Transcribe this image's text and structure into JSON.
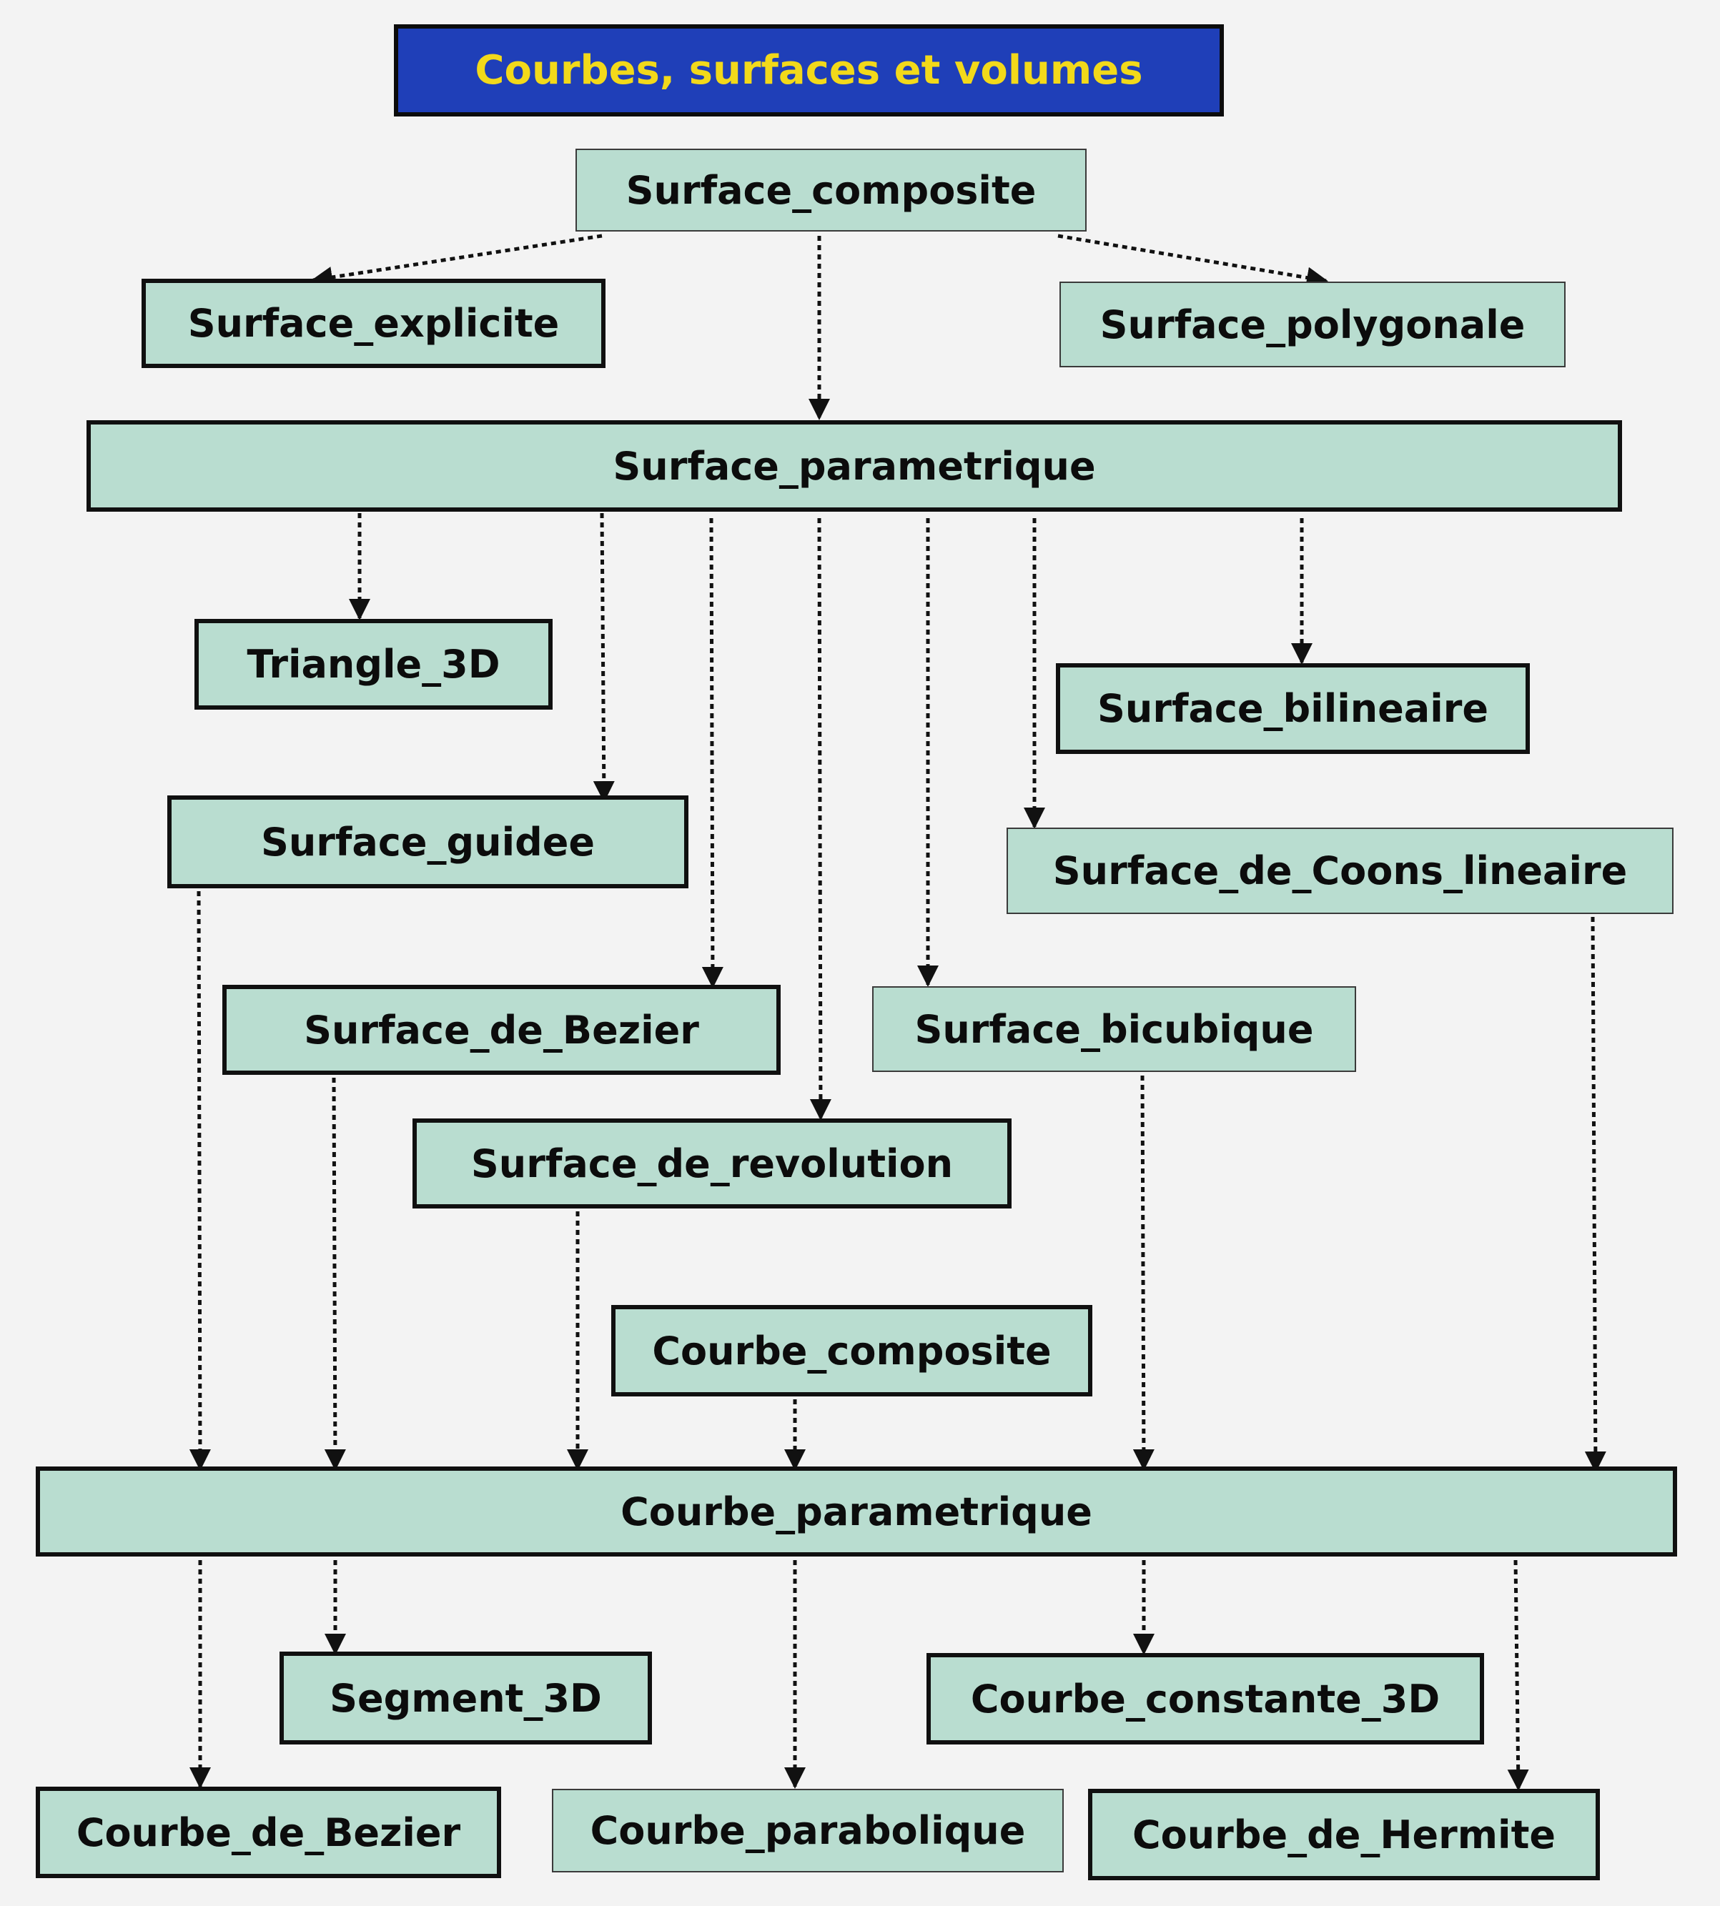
{
  "title": "Courbes, surfaces et volumes",
  "nodes": {
    "surface_composite": "Surface_composite",
    "surface_explicite": "Surface_explicite",
    "surface_polygonale": "Surface_polygonale",
    "surface_parametrique": "Surface_parametrique",
    "triangle_3d": "Triangle_3D",
    "surface_bilineaire": "Surface_bilineaire",
    "surface_guidee": "Surface_guidee",
    "surface_de_coons_lineaire": "Surface_de_Coons_lineaire",
    "surface_de_bezier": "Surface_de_Bezier",
    "surface_bicubique": "Surface_bicubique",
    "surface_de_revolution": "Surface_de_revolution",
    "courbe_composite": "Courbe_composite",
    "courbe_parametrique": "Courbe_parametrique",
    "segment_3d": "Segment_3D",
    "courbe_constante_3d": "Courbe_constante_3D",
    "courbe_de_bezier": "Courbe_de_Bezier",
    "courbe_parabolique": "Courbe_parabolique",
    "courbe_de_hermite": "Courbe_de_Hermite"
  },
  "edges": [
    {
      "from": "surface_composite",
      "to": "surface_explicite"
    },
    {
      "from": "surface_composite",
      "to": "surface_polygonale"
    },
    {
      "from": "surface_composite",
      "to": "surface_parametrique"
    },
    {
      "from": "surface_parametrique",
      "to": "triangle_3d"
    },
    {
      "from": "surface_parametrique",
      "to": "surface_guidee"
    },
    {
      "from": "surface_parametrique",
      "to": "surface_de_bezier"
    },
    {
      "from": "surface_parametrique",
      "to": "surface_de_revolution"
    },
    {
      "from": "surface_parametrique",
      "to": "surface_bicubique"
    },
    {
      "from": "surface_parametrique",
      "to": "surface_de_coons_lineaire"
    },
    {
      "from": "surface_parametrique",
      "to": "surface_bilineaire"
    },
    {
      "from": "surface_guidee",
      "to": "courbe_parametrique"
    },
    {
      "from": "surface_de_bezier",
      "to": "courbe_parametrique"
    },
    {
      "from": "surface_de_revolution",
      "to": "courbe_parametrique"
    },
    {
      "from": "courbe_composite",
      "to": "courbe_parametrique"
    },
    {
      "from": "surface_bicubique",
      "to": "courbe_parametrique"
    },
    {
      "from": "surface_de_coons_lineaire",
      "to": "courbe_parametrique"
    },
    {
      "from": "courbe_parametrique",
      "to": "courbe_de_bezier"
    },
    {
      "from": "courbe_parametrique",
      "to": "segment_3d"
    },
    {
      "from": "courbe_parametrique",
      "to": "courbe_parabolique"
    },
    {
      "from": "courbe_parametrique",
      "to": "courbe_constante_3d"
    },
    {
      "from": "courbe_parametrique",
      "to": "courbe_de_hermite"
    }
  ]
}
